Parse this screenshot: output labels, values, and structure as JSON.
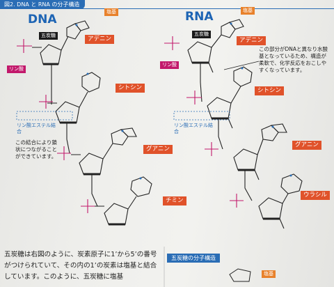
{
  "header": {
    "figure_label": "図2. DNA と RNA の分子構造"
  },
  "dna": {
    "title": "DNA",
    "sugar_label": "五炭糖",
    "phosphate_label": "リン酸",
    "ester_label": "リン酸エステル結合",
    "chain_note": "この結合により鎖状につながることができています。",
    "bases": [
      "アデニン",
      "シトシン",
      "グアニン",
      "チミン"
    ]
  },
  "rna": {
    "title": "RNA",
    "sugar_label": "五炭糖",
    "phosphate_label": "リン酸",
    "ester_label": "リン酸エステル結合",
    "difference_note": "この部分がDNAと異なり水酸基となっているため、構造が柔軟で、化学反応をおこしやすくなっています。",
    "bases": [
      "アデニン",
      "シトシン",
      "グアニン",
      "ウラシル"
    ]
  },
  "base_tag": "塩基",
  "bottom": {
    "paragraph": "五炭糖は右図のように、炭素原子に1’から5’の番号がつけられていて、その内の1’の炭素は塩基と結合しています。このように、五炭糖に塩基",
    "structure_title": "五炭糖の分子構造",
    "structure_base_tag": "塩基"
  },
  "colors": {
    "accent_blue": "#2a6db5",
    "phosphate_pink": "#c2186b",
    "base_orange": "#e0522a",
    "base_blue": "#2a6db5"
  }
}
